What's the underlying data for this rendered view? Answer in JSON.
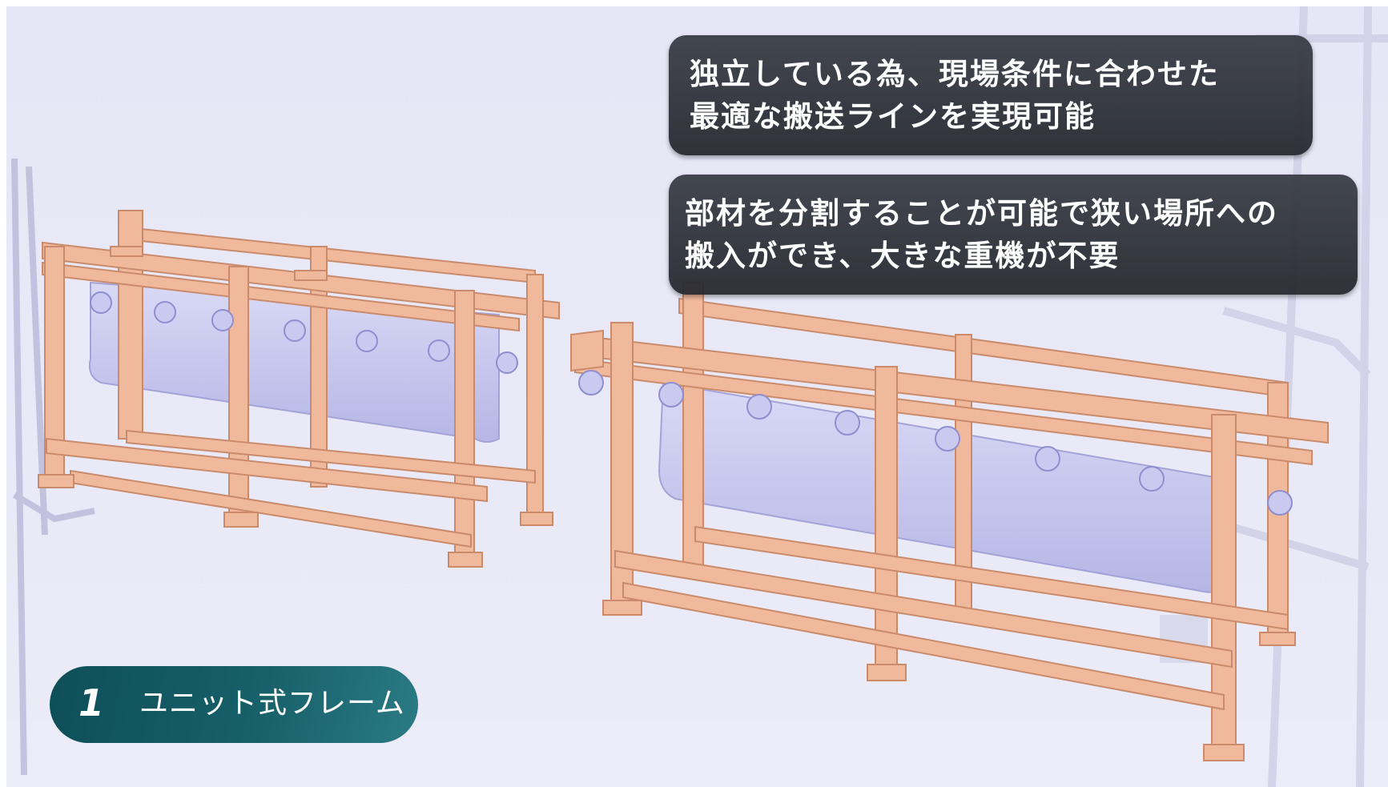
{
  "callouts": [
    {
      "line1": "独立している為、現場条件に合わせた",
      "line2": "最適な搬送ラインを実現可能"
    },
    {
      "line1": "部材を分割することが可能で狭い場所への",
      "line2": "搬入ができ、大きな重機が不要"
    }
  ],
  "badge": {
    "number": "1",
    "label": "ユニット式フレーム"
  },
  "colors": {
    "frame": "#f1b99c",
    "frame_edge": "#c98b6b",
    "belt": "#c9c9ef",
    "background": "#e8e8f7",
    "callout": "#33373e",
    "badge": "#15575f"
  }
}
